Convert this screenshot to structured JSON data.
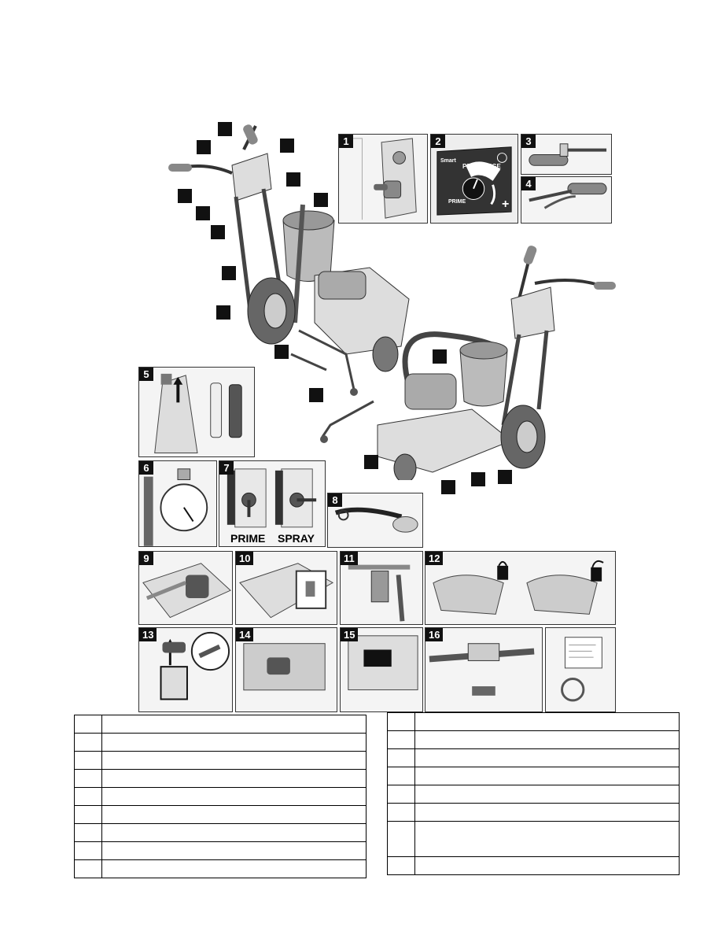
{
  "figure": {
    "panels": [
      {
        "id": "p1",
        "num": "1"
      },
      {
        "id": "p2",
        "num": "2",
        "dial_brand": "Smart",
        "dial_title": "PRO-RANGE",
        "dial_mode": "PRIME",
        "dial_plus": "+"
      },
      {
        "id": "p3",
        "num": "3"
      },
      {
        "id": "p4",
        "num": "4"
      },
      {
        "id": "p5",
        "num": "5"
      },
      {
        "id": "p6",
        "num": "6"
      },
      {
        "id": "p7",
        "num": "7",
        "label_left": "PRIME",
        "label_right": "SPRAY"
      },
      {
        "id": "p8",
        "num": "8"
      },
      {
        "id": "p9",
        "num": "9"
      },
      {
        "id": "p10",
        "num": "10"
      },
      {
        "id": "p11",
        "num": "11"
      },
      {
        "id": "p12",
        "num": "12"
      },
      {
        "id": "p13",
        "num": "13"
      },
      {
        "id": "p14",
        "num": "14"
      },
      {
        "id": "p15",
        "num": "15"
      },
      {
        "id": "p16",
        "num": "16"
      },
      {
        "id": "p17",
        "num": ""
      }
    ]
  },
  "legend": {
    "left_rows": 9,
    "right_rows": 8
  },
  "colors": {
    "ink": "#111111",
    "panel_bg": "#f4f4f4",
    "machine_grey": "#cfcfcf"
  }
}
